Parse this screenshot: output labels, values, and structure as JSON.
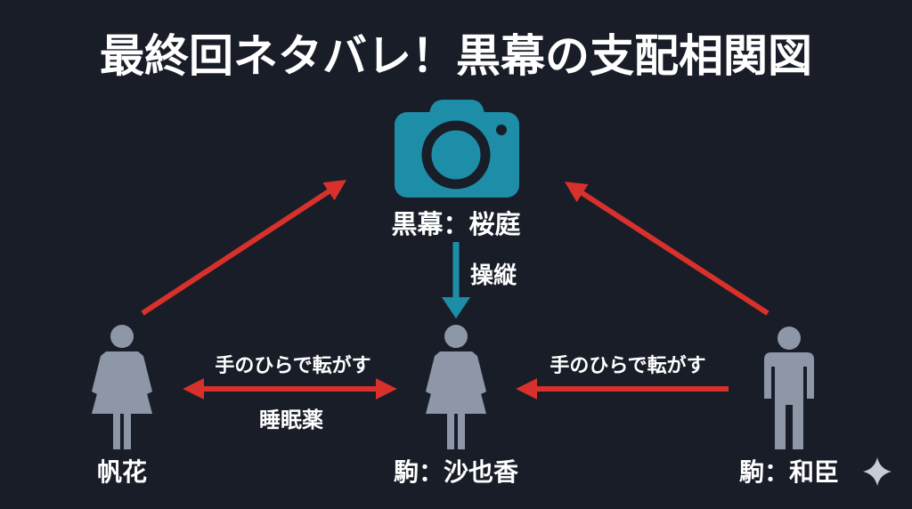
{
  "title": "最終回ネタバレ！黒幕の支配相関図",
  "colors": {
    "background": "#181d28",
    "accent": "#1e8ea8",
    "relation": "#d8312c",
    "figure": "#8e97a8"
  },
  "nodes": {
    "mastermind": {
      "label": "黒幕：桜庭",
      "icon": "camera-icon"
    },
    "left": {
      "label": "帆花",
      "icon": "woman-icon"
    },
    "center": {
      "label": "駒：沙也香",
      "icon": "woman-icon"
    },
    "right": {
      "label": "駒：和臣",
      "icon": "man-icon"
    }
  },
  "edges": {
    "manipulate": "操縦",
    "left_top": "手のひらで転がす",
    "left_bottom": "睡眠薬",
    "right_top": "手のひらで転がす"
  }
}
